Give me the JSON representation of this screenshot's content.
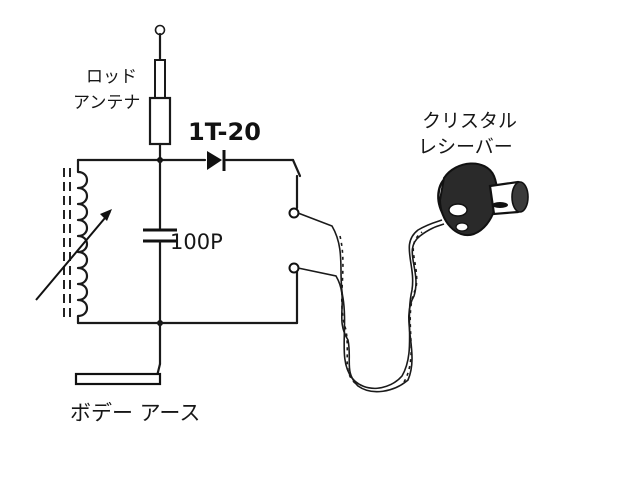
{
  "labels": {
    "antenna_line1": "ロッド",
    "antenna_line2": "アンテナ",
    "diode": "1T-20",
    "capacitor": "100P",
    "receiver_line1": "クリスタル",
    "receiver_line2": "レシーバー",
    "ground": "ボデー アース"
  }
}
